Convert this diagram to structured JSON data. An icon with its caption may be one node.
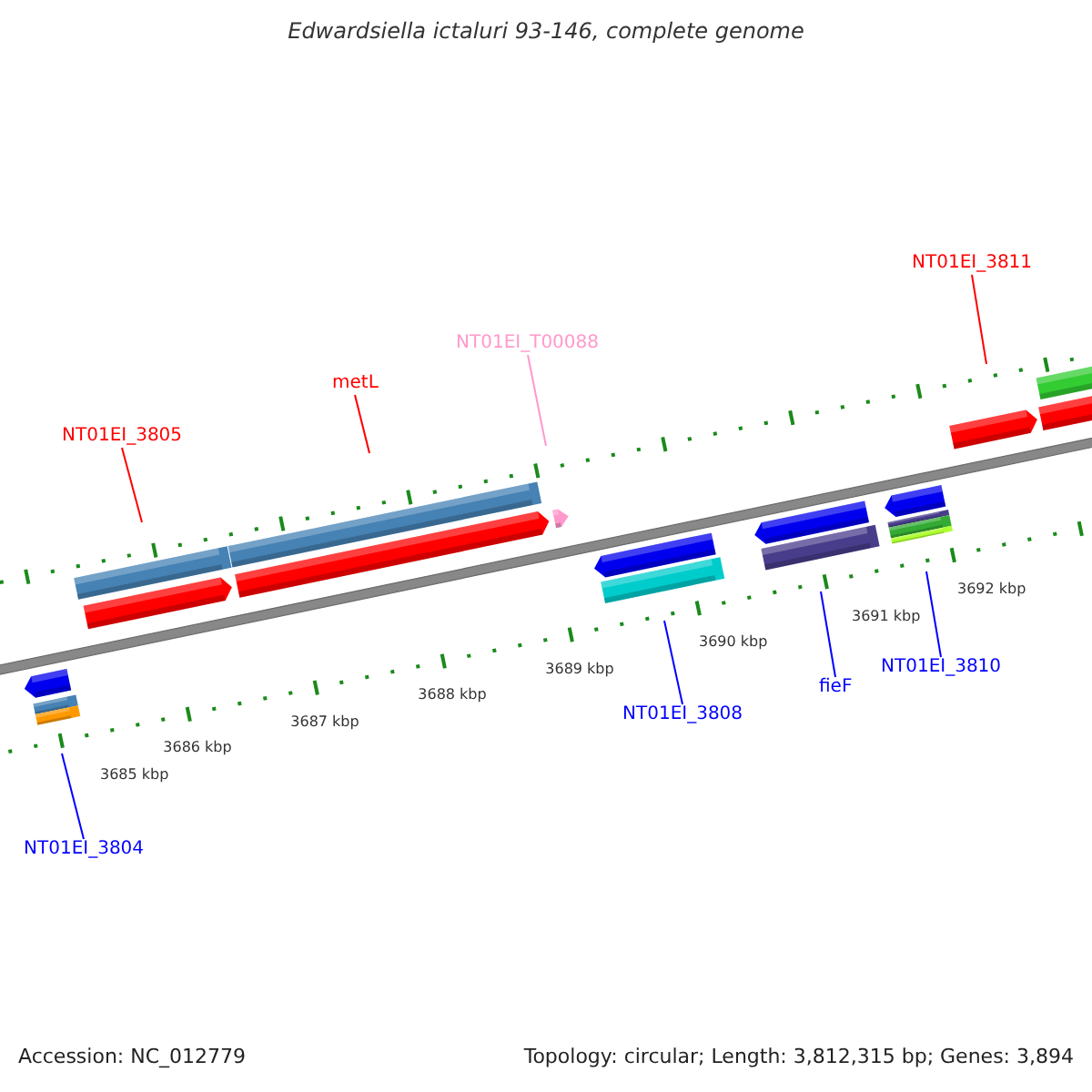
{
  "diagram": {
    "title": "Edwardsiella ictaluri 93-146, complete genome",
    "nodes": [
      {
        "text": [
          "NT01EI_3811"
        ]
      },
      {
        "text": [
          "NT01EI_T00088"
        ]
      },
      {
        "text": [
          "metL"
        ]
      },
      {
        "text": [
          "NT01EI_3805"
        ]
      },
      {
        "text": [
          "NT01EI_3810"
        ]
      },
      {
        "text": [
          "fieF"
        ]
      },
      {
        "text": [
          "NT01EI_3808"
        ]
      },
      {
        "text": [
          "NT01EI_3804"
        ]
      }
    ],
    "edges": [
      {
        "from": 0,
        "to": null,
        "arrow": "none",
        "color": "#ff0000"
      },
      {
        "from": 1,
        "to": null,
        "arrow": "none",
        "color": "#ff99cc"
      },
      {
        "from": 2,
        "to": null,
        "arrow": "none",
        "color": "#ff0000"
      },
      {
        "from": 3,
        "to": null,
        "arrow": "none",
        "color": "#ff0000"
      },
      {
        "from": 4,
        "to": null,
        "arrow": "none",
        "color": "#0000ff"
      },
      {
        "from": 5,
        "to": null,
        "arrow": "none",
        "color": "#0000ff"
      },
      {
        "from": 6,
        "to": null,
        "arrow": "none",
        "color": "#0000ff"
      },
      {
        "from": 7,
        "to": null,
        "arrow": "none",
        "color": "#0000ff"
      }
    ],
    "labels": [
      "3685 kbp",
      "3686 kbp",
      "3687 kbp",
      "3688 kbp",
      "3689 kbp",
      "3690 kbp",
      "3691 kbp",
      "3692 kbp",
      "Accession: NC_012779",
      "Topology: circular; Length: 3,812,315 bp; Genes: 3,894"
    ]
  }
}
